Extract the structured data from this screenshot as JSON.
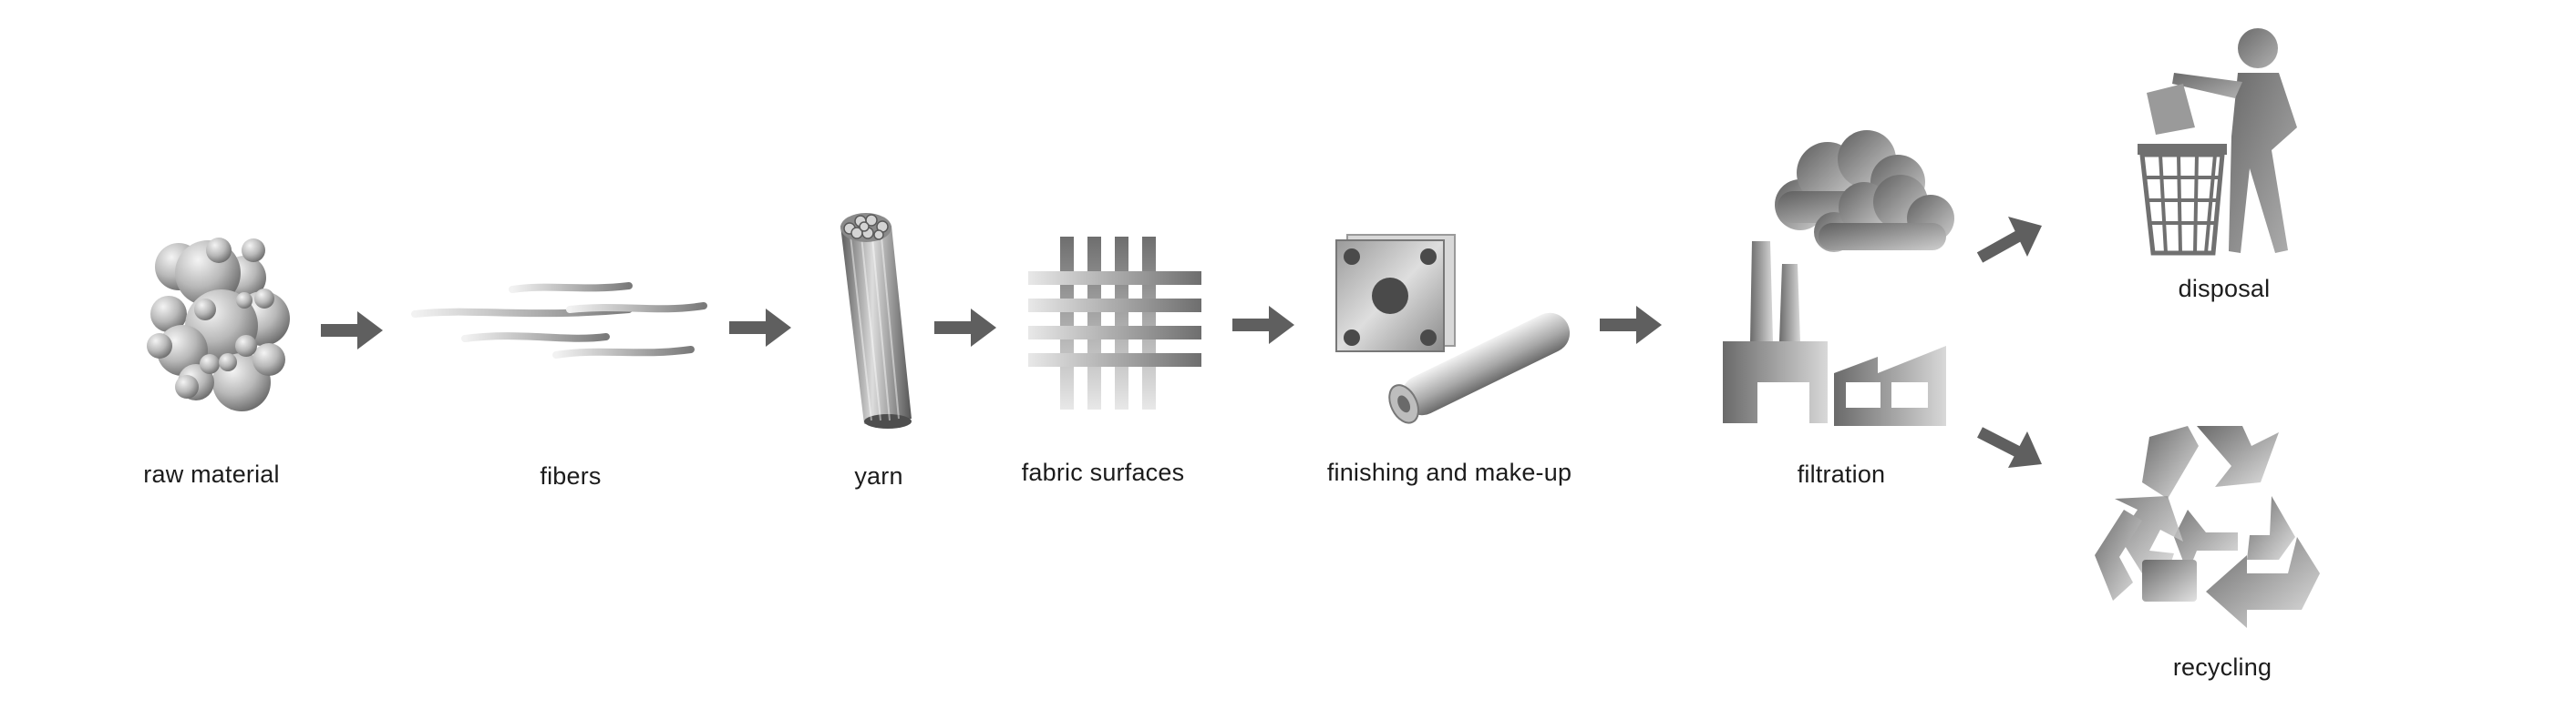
{
  "stages": [
    {
      "id": "raw-material",
      "label": "raw material"
    },
    {
      "id": "fibers",
      "label": "fibers"
    },
    {
      "id": "yarn",
      "label": "yarn"
    },
    {
      "id": "fabric-surfaces",
      "label": "fabric surfaces"
    },
    {
      "id": "finishing",
      "label": "finishing and make-up"
    },
    {
      "id": "filtration",
      "label": "filtration"
    }
  ],
  "outcomes": [
    {
      "id": "disposal",
      "label": "disposal"
    },
    {
      "id": "recycling",
      "label": "recycling"
    }
  ],
  "icons": [
    "bubbles-icon",
    "fibers-icon",
    "yarn-icon",
    "woven-fabric-icon",
    "finished-textile-icon",
    "factory-icon",
    "trash-bin-person-icon",
    "recycling-icon"
  ],
  "colors": {
    "arrow": "#5f5f5f",
    "icon_dark": "#6a6a6a",
    "icon_light": "#e6e6e6",
    "text": "#1c1c1c"
  }
}
